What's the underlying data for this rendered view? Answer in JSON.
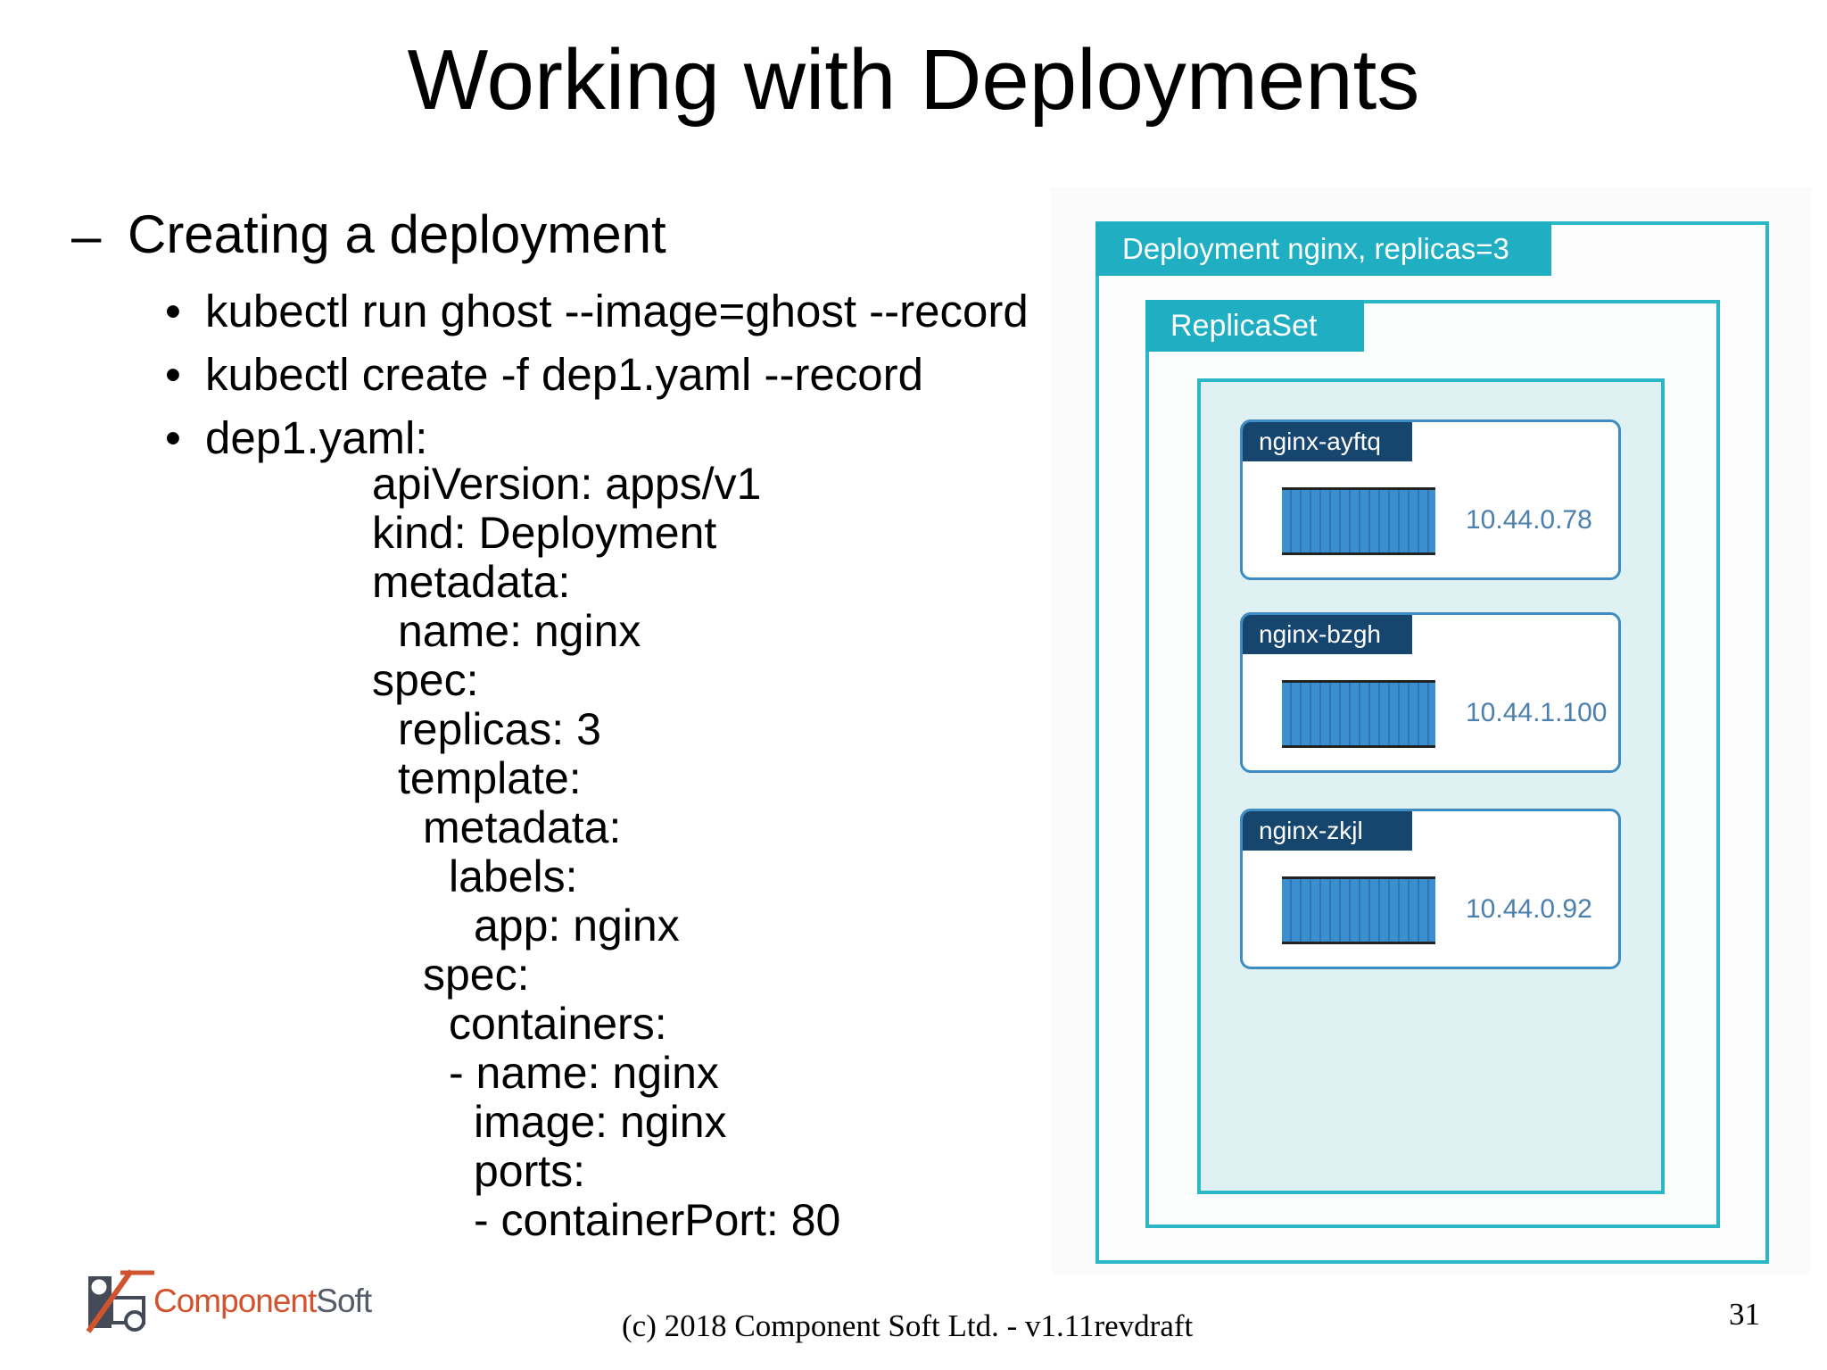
{
  "slide": {
    "title": "Working with Deployments",
    "subtitle_marker": "–",
    "subtitle": "Creating a deployment",
    "bullet_marker": "•",
    "bullets": [
      "kubectl run ghost --image=ghost --record",
      "kubectl create -f dep1.yaml --record",
      "dep1.yaml:"
    ],
    "yaml_lines": [
      "apiVersion: apps/v1",
      "kind: Deployment",
      "metadata:",
      "name: nginx",
      "spec:",
      "replicas: 3",
      "template:",
      "metadata:",
      "labels:",
      "app: nginx",
      "spec:",
      "containers:",
      "- name: nginx",
      "image: nginx",
      "ports:",
      "- containerPort: 80"
    ]
  },
  "diagram": {
    "deployment_label": "Deployment nginx, replicas=3",
    "replicaset_label": "ReplicaSet",
    "pods": [
      {
        "name": "nginx-ayftq",
        "ip": "10.44.0.78"
      },
      {
        "name": "nginx-bzgh",
        "ip": "10.44.1.100"
      },
      {
        "name": "nginx-zkjl",
        "ip": "10.44.0.92"
      }
    ],
    "colors": {
      "frame": "#2bb7c6",
      "label_bg": "#1faec2",
      "pod_label_bg": "#16466e",
      "container": "#3a8fce",
      "replicaset_fill": "#dff1f2"
    }
  },
  "footer": {
    "logo_text_part1": "Component",
    "logo_text_part2": "Soft",
    "copyright": "(c) 2018 Component Soft Ltd. - v1.11revdraft",
    "page_number": "31"
  }
}
